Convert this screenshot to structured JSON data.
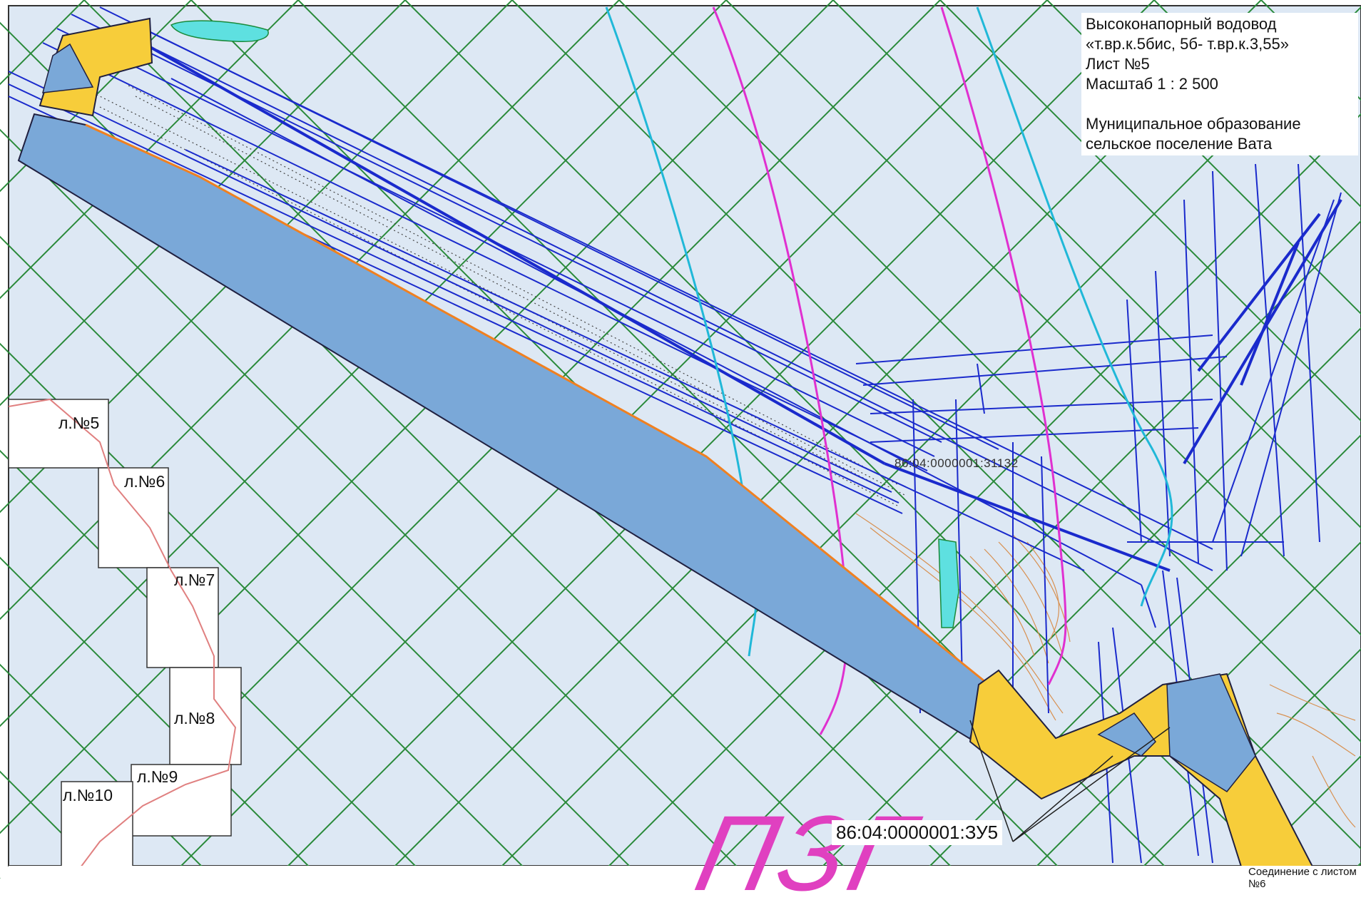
{
  "title_box": {
    "line1": "Высоконапорный водовод",
    "line2": "«т.вр.к.5бис, 5б- т.вр.к.3,55»",
    "line3": "Лист №5",
    "line4": "Масштаб 1 : 2 500",
    "line5": "Муниципальное образование",
    "line6": "сельское поселение Вата"
  },
  "sheet_index": [
    {
      "label": "л.№5"
    },
    {
      "label": "л.№6"
    },
    {
      "label": "л.№7"
    },
    {
      "label": "л.№8"
    },
    {
      "label": "л.№9"
    },
    {
      "label": "л.№10"
    }
  ],
  "cadastral_number": "86:04:0000001:31132",
  "parcel_label": "86:04:0000001:ЗУ5",
  "zone_label": "ПЗГ",
  "join_note": "Соединение с листом №6",
  "colors": {
    "background": "#dde8f4",
    "grid": "#2a8a3a",
    "corridor": "#7aa8d8",
    "parcel": "#f7cd3a",
    "lines": "#1a2acc",
    "magenta": "#e030d0",
    "cyan": "#20b8d8",
    "contours": "#d89050"
  }
}
